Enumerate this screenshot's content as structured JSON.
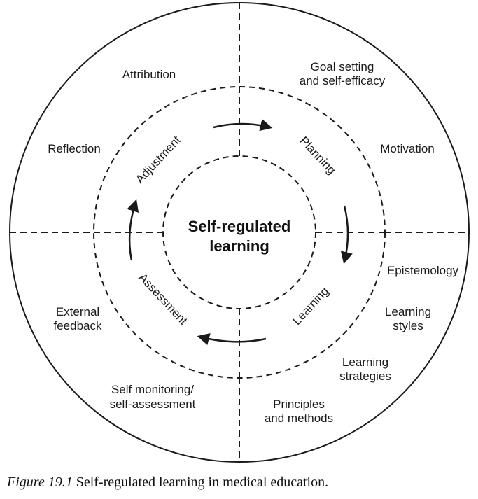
{
  "center": {
    "line1": "Self-regulated",
    "line2": "learning"
  },
  "phases": {
    "adjustment": "Adjustment",
    "planning": "Planning",
    "learning": "Learning",
    "assessment": "Assessment"
  },
  "outer_labels": {
    "attribution": "Attribution",
    "goal_setting": {
      "line1": "Goal setting",
      "line2": "and self-efficacy"
    },
    "reflection": "Reflection",
    "motivation": "Motivation",
    "epistemology": "Epistemology",
    "learning_styles": {
      "line1": "Learning",
      "line2": "styles"
    },
    "external_feedback": {
      "line1": "External",
      "line2": "feedback"
    },
    "learning_strategies": {
      "line1": "Learning",
      "line2": "strategies"
    },
    "self_monitoring": {
      "line1": "Self monitoring/",
      "line2": "self-assessment"
    },
    "principles": {
      "line1": "Principles",
      "line2": "and methods"
    }
  },
  "caption": {
    "figure": "Figure 19.1",
    "text": "Self-regulated learning in medical education."
  },
  "colors": {
    "stroke": "#1a1a1a",
    "background": "#ffffff"
  }
}
